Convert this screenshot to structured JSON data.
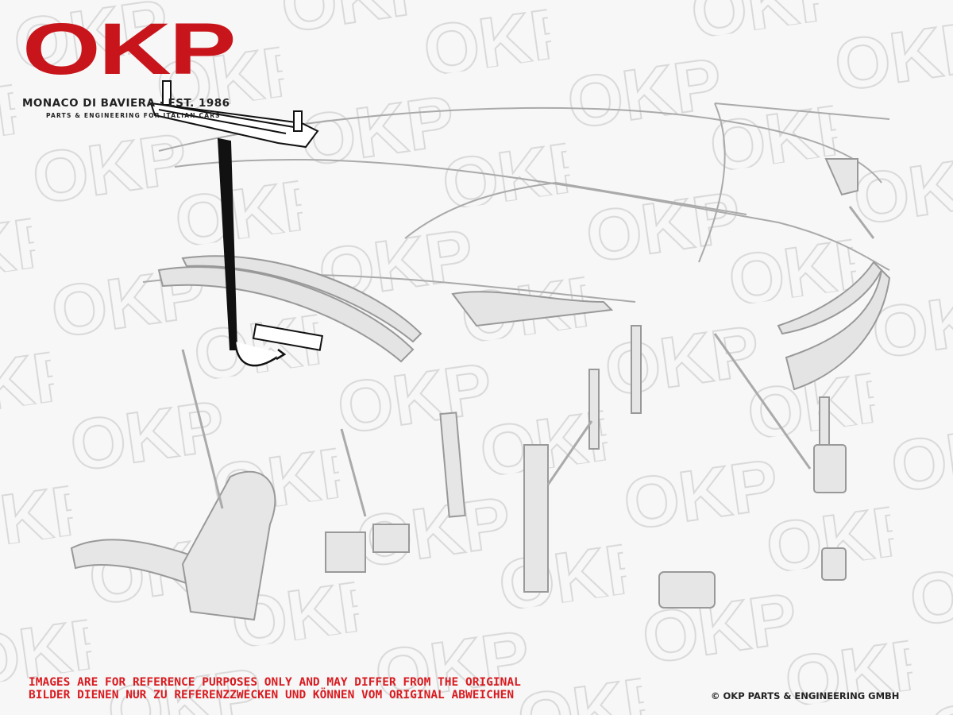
{
  "logo": {
    "mark": "OKP",
    "subtitle": "MONACO DI BAVIERA · EST. 1986",
    "tagline": "PARTS & ENGINEERING FOR ITALIAN CARS"
  },
  "watermark": "OKP",
  "disclaimer": {
    "line_en": "IMAGES ARE FOR REFERENCE PURPOSES ONLY AND MAY DIFFER FROM THE ORIGINAL",
    "line_de": "BILDER DIENEN NUR ZU REFERENZZWECKEN UND KÖNNEN VOM ORIGINAL ABWEICHEN"
  },
  "copyright": "© OKP PARTS & ENGINEERING GMBH",
  "colors": {
    "brand_red": "#c8151b",
    "diagram_gray": "#b5b5b5",
    "highlight": "#111111"
  }
}
